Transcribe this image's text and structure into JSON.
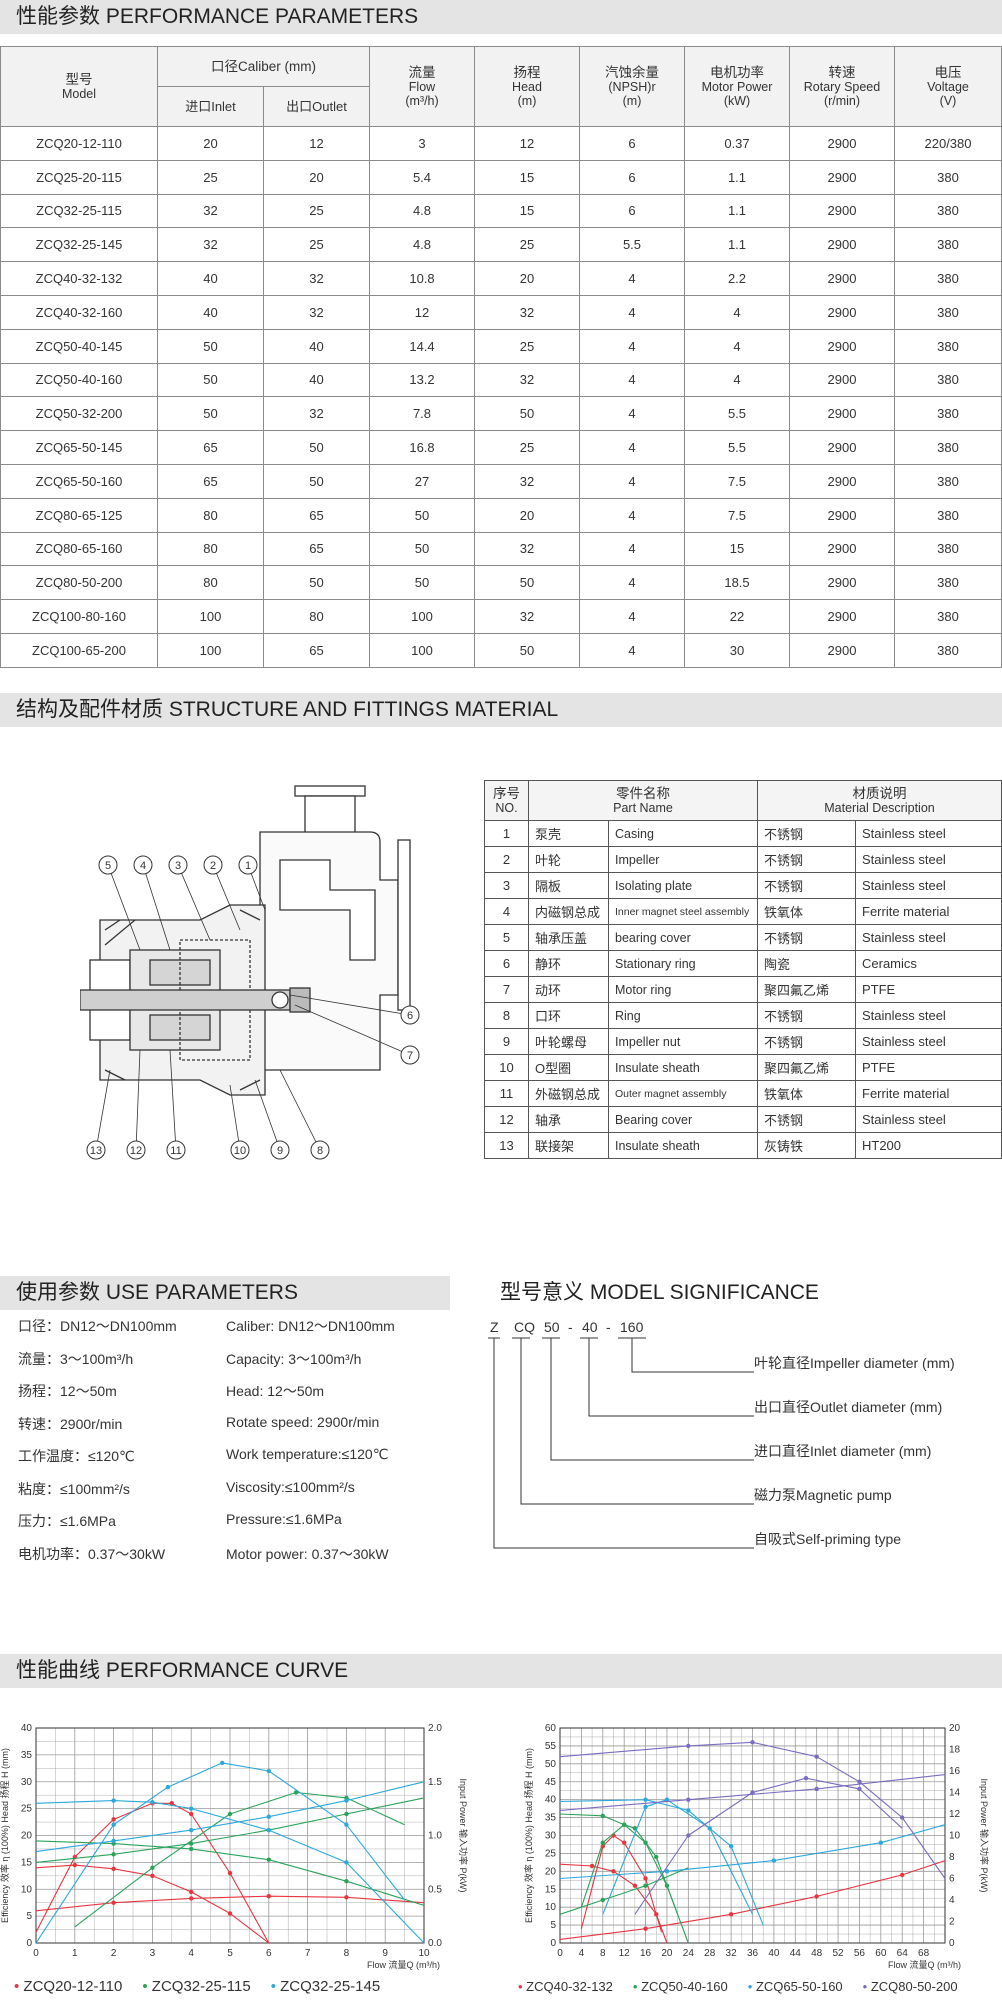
{
  "sections": {
    "performance": "性能参数 PERFORMANCE PARAMETERS",
    "structure": "结构及配件材质 STRUCTURE AND FITTINGS MATERIAL",
    "use": "使用参数 USE PARAMETERS",
    "model": "型号意义 MODEL SIGNIFICANCE",
    "curve": "性能曲线 PERFORMANCE CURVE"
  },
  "perf_table": {
    "headers": {
      "model_cn": "型号",
      "model_en": "Model",
      "caliber": "口径Caliber (mm)",
      "inlet": "进口Inlet",
      "outlet": "出口Outlet",
      "flow_cn": "流量",
      "flow_en": "Flow",
      "flow_unit": "(m³/h)",
      "head_cn": "扬程",
      "head_en": "Head",
      "head_unit": "(m)",
      "npsh_cn": "汽蚀余量",
      "npsh_en": "(NPSH)r",
      "npsh_unit": "(m)",
      "power_cn": "电机功率",
      "power_en": "Motor Power",
      "power_unit": "(kW)",
      "speed_cn": "转速",
      "speed_en": "Rotary Speed",
      "speed_unit": "(r/min)",
      "volt_cn": "电压",
      "volt_en": "Voltage",
      "volt_unit": "(V)"
    },
    "rows": [
      [
        "ZCQ20-12-110",
        "20",
        "12",
        "3",
        "12",
        "6",
        "0.37",
        "2900",
        "220/380"
      ],
      [
        "ZCQ25-20-115",
        "25",
        "20",
        "5.4",
        "15",
        "6",
        "1.1",
        "2900",
        "380"
      ],
      [
        "ZCQ32-25-115",
        "32",
        "25",
        "4.8",
        "15",
        "6",
        "1.1",
        "2900",
        "380"
      ],
      [
        "ZCQ32-25-145",
        "32",
        "25",
        "4.8",
        "25",
        "5.5",
        "1.1",
        "2900",
        "380"
      ],
      [
        "ZCQ40-32-132",
        "40",
        "32",
        "10.8",
        "20",
        "4",
        "2.2",
        "2900",
        "380"
      ],
      [
        "ZCQ40-32-160",
        "40",
        "32",
        "12",
        "32",
        "4",
        "4",
        "2900",
        "380"
      ],
      [
        "ZCQ50-40-145",
        "50",
        "40",
        "14.4",
        "25",
        "4",
        "4",
        "2900",
        "380"
      ],
      [
        "ZCQ50-40-160",
        "50",
        "40",
        "13.2",
        "32",
        "4",
        "4",
        "2900",
        "380"
      ],
      [
        "ZCQ50-32-200",
        "50",
        "32",
        "7.8",
        "50",
        "4",
        "5.5",
        "2900",
        "380"
      ],
      [
        "ZCQ65-50-145",
        "65",
        "50",
        "16.8",
        "25",
        "4",
        "5.5",
        "2900",
        "380"
      ],
      [
        "ZCQ65-50-160",
        "65",
        "50",
        "27",
        "32",
        "4",
        "7.5",
        "2900",
        "380"
      ],
      [
        "ZCQ80-65-125",
        "80",
        "65",
        "50",
        "20",
        "4",
        "7.5",
        "2900",
        "380"
      ],
      [
        "ZCQ80-65-160",
        "80",
        "65",
        "50",
        "32",
        "4",
        "15",
        "2900",
        "380"
      ],
      [
        "ZCQ80-50-200",
        "80",
        "50",
        "50",
        "50",
        "4",
        "18.5",
        "2900",
        "380"
      ],
      [
        "ZCQ100-80-160",
        "100",
        "80",
        "100",
        "32",
        "4",
        "22",
        "2900",
        "380"
      ],
      [
        "ZCQ100-65-200",
        "100",
        "65",
        "100",
        "50",
        "4",
        "30",
        "2900",
        "380"
      ]
    ]
  },
  "parts_table": {
    "headers": {
      "no_cn": "序号",
      "no_en": "NO.",
      "part_cn": "零件名称",
      "part_en": "Part Name",
      "mat_cn": "材质说明",
      "mat_en": "Material Description"
    },
    "rows": [
      [
        "1",
        "泵壳",
        "Casing",
        "不锈钢",
        "Stainless steel"
      ],
      [
        "2",
        "叶轮",
        "Impeller",
        "不锈钢",
        "Stainless steel"
      ],
      [
        "3",
        "隔板",
        "Isolating plate",
        "不锈钢",
        "Stainless steel"
      ],
      [
        "4",
        "内磁钢总成",
        "Inner magnet steel assembly",
        "铁氧体",
        "Ferrite material"
      ],
      [
        "5",
        "轴承压盖",
        "bearing cover",
        "不锈钢",
        "Stainless steel"
      ],
      [
        "6",
        "静环",
        "Stationary ring",
        "陶瓷",
        "Ceramics"
      ],
      [
        "7",
        "动环",
        "Motor ring",
        "聚四氟乙烯",
        "PTFE"
      ],
      [
        "8",
        "口环",
        "Ring",
        "不锈钢",
        "Stainless steel"
      ],
      [
        "9",
        "叶轮螺母",
        "Impeller nut",
        "不锈钢",
        "Stainless steel"
      ],
      [
        "10",
        "O型圈",
        "Insulate sheath",
        "聚四氟乙烯",
        "PTFE"
      ],
      [
        "11",
        "外磁钢总成",
        "Outer magnet assembly",
        "铁氧体",
        "Ferrite material"
      ],
      [
        "12",
        "轴承",
        "Bearing cover",
        "不锈钢",
        "Stainless steel"
      ],
      [
        "13",
        "联接架",
        "Insulate sheath",
        "灰铸铁",
        "HT200"
      ]
    ]
  },
  "drawing_labels": [
    "5",
    "4",
    "3",
    "2",
    "1",
    "6",
    "7",
    "13",
    "12",
    "11",
    "10",
    "9",
    "8"
  ],
  "use_params": [
    [
      "口径：DN12～DN100mm",
      "Caliber: DN12～DN100mm"
    ],
    [
      "流量：3～100m³/h",
      "Capacity: 3～100m³/h"
    ],
    [
      "扬程：12～50m",
      "Head: 12～50m"
    ],
    [
      "转速：2900r/min",
      "Rotate speed: 2900r/min"
    ],
    [
      "工作温度：≤120℃",
      "Work temperature:≤120℃"
    ],
    [
      "粘度：≤100mm²/s",
      "Viscosity:≤100mm²/s"
    ],
    [
      "压力：≤1.6MPa",
      "Pressure:≤1.6MPa"
    ],
    [
      "电机功率：0.37～30kW",
      "Motor power: 0.37～30kW"
    ]
  ],
  "model_code": [
    "Z",
    "CQ",
    "50",
    "-",
    "40",
    "-",
    "160"
  ],
  "model_labels": [
    "叶轮直径Impeller diameter (mm)",
    "出口直径Outlet diameter (mm)",
    "进口直径Inlet diameter (mm)",
    "磁力泵Magnetic pump",
    "自吸式Self-priming type"
  ],
  "chart_data": [
    {
      "type": "line",
      "xlabel": "Flow 流量Q (m³/h)",
      "ylabel": "Efficiency 效率 η (100%) Head 扬程 H (mm)",
      "ylabel_right": "Input Power 输入功率 P(kW)",
      "xlim": [
        0,
        10
      ],
      "ylim": [
        0,
        40
      ],
      "ylim_right": [
        0,
        2.0
      ],
      "x_ticks": [
        0,
        1,
        2,
        3,
        4,
        5,
        6,
        7,
        8,
        9,
        10
      ],
      "y_ticks": [
        0,
        5,
        10,
        15,
        20,
        25,
        30,
        35,
        40
      ],
      "y_right_ticks": [
        0.0,
        0.5,
        1.0,
        1.5,
        2.0
      ],
      "legend": [
        "ZCQ20-12-110",
        "ZCQ32-25-115",
        "ZCQ32-25-145"
      ],
      "legend_colors": [
        "#e8343f",
        "#2aa35a",
        "#2ba8dc"
      ],
      "series": [
        {
          "name": "ZCQ20-12-110",
          "color": "#e8343f",
          "kind": "head",
          "x": [
            0,
            1,
            2,
            3,
            4,
            5,
            6
          ],
          "y": [
            14,
            14.5,
            13.8,
            12.5,
            9.5,
            5.5,
            0
          ]
        },
        {
          "name": "ZCQ20-12-110",
          "color": "#e8343f",
          "kind": "eff",
          "x": [
            0,
            1,
            2,
            3,
            3.5,
            4,
            5,
            6
          ],
          "y": [
            2,
            16,
            23,
            26,
            26,
            24,
            13,
            0
          ]
        },
        {
          "name": "ZCQ20-12-110",
          "color": "#e8343f",
          "kind": "power",
          "x": [
            0,
            2,
            4,
            6,
            8,
            10
          ],
          "y": [
            6,
            7.5,
            8.3,
            8.7,
            8.5,
            7.5
          ]
        },
        {
          "name": "ZCQ32-25-115",
          "color": "#2aa35a",
          "kind": "head",
          "x": [
            0,
            2,
            4,
            6,
            8,
            10
          ],
          "y": [
            19,
            18.5,
            17.5,
            15.5,
            11.5,
            7
          ]
        },
        {
          "name": "ZCQ32-25-115",
          "color": "#2aa35a",
          "kind": "eff",
          "x": [
            1,
            3,
            5,
            6.7,
            8,
            9.5
          ],
          "y": [
            3,
            14,
            24,
            28,
            27,
            22
          ]
        },
        {
          "name": "ZCQ32-25-115",
          "color": "#2aa35a",
          "kind": "power",
          "x": [
            0,
            2,
            4,
            6,
            8,
            10
          ],
          "y": [
            15,
            16.5,
            18.5,
            21,
            24,
            27
          ]
        },
        {
          "name": "ZCQ32-25-145",
          "color": "#2ba8dc",
          "kind": "head",
          "x": [
            0,
            2,
            3,
            4,
            6,
            8,
            10
          ],
          "y": [
            26,
            26.5,
            26.2,
            25,
            21,
            15,
            0
          ]
        },
        {
          "name": "ZCQ32-25-145",
          "color": "#2ba8dc",
          "kind": "eff",
          "x": [
            0,
            2,
            3.4,
            4.8,
            6,
            8,
            9.5
          ],
          "y": [
            0,
            22,
            29,
            33.5,
            32,
            22,
            8
          ]
        },
        {
          "name": "ZCQ32-25-145",
          "color": "#2ba8dc",
          "kind": "power",
          "x": [
            0,
            2,
            4,
            6,
            8,
            10
          ],
          "y": [
            17,
            19,
            21,
            23.5,
            26.5,
            30
          ]
        }
      ]
    },
    {
      "type": "line",
      "xlabel": "Flow 流量Q (m³/h)",
      "ylabel": "Efficiency 效率 η (100%) Head 扬程 H (mm)",
      "ylabel_right": "Input Power 输入功率 P(kW)",
      "xlim": [
        0,
        72
      ],
      "ylim": [
        0,
        60
      ],
      "ylim_right": [
        0,
        20
      ],
      "x_ticks": [
        0,
        4,
        8,
        12,
        16,
        20,
        24,
        28,
        32,
        36,
        40,
        44,
        48,
        52,
        56,
        60,
        64,
        68
      ],
      "y_ticks": [
        0,
        5,
        10,
        15,
        20,
        25,
        30,
        35,
        40,
        45,
        50,
        55,
        60
      ],
      "y_right_ticks": [
        0,
        2,
        4,
        6,
        8,
        10,
        12,
        14,
        16,
        18,
        20
      ],
      "legend": [
        "ZCQ40-32-132",
        "ZCQ50-40-160",
        "ZCQ65-50-160",
        "ZCQ80-50-200"
      ],
      "legend_colors": [
        "#e8343f",
        "#2aa35a",
        "#2ba8dc",
        "#7b6bc1"
      ],
      "series": [
        {
          "name": "ZCQ40-32-132",
          "color": "#e8343f",
          "kind": "head",
          "x": [
            0,
            6,
            10,
            14,
            18,
            20
          ],
          "y": [
            22,
            21.5,
            20,
            16,
            8,
            0
          ]
        },
        {
          "name": "ZCQ40-32-132",
          "color": "#e8343f",
          "kind": "eff",
          "x": [
            4,
            8,
            10,
            12,
            16,
            19
          ],
          "y": [
            4,
            27,
            30,
            28,
            18,
            3
          ]
        },
        {
          "name": "ZCQ40-32-132",
          "color": "#e8343f",
          "kind": "power",
          "x": [
            0,
            16,
            32,
            48,
            64,
            72
          ],
          "y": [
            1,
            4,
            8,
            13,
            19,
            23
          ]
        },
        {
          "name": "ZCQ50-40-160",
          "color": "#2aa35a",
          "kind": "head",
          "x": [
            0,
            8,
            12,
            16,
            20,
            24
          ],
          "y": [
            36,
            35.5,
            33,
            28,
            16,
            0
          ]
        },
        {
          "name": "ZCQ50-40-160",
          "color": "#2aa35a",
          "kind": "eff",
          "x": [
            4,
            8,
            12,
            14,
            18,
            22
          ],
          "y": [
            10,
            28,
            33,
            32,
            24,
            8
          ]
        },
        {
          "name": "ZCQ50-40-160",
          "color": "#2aa35a",
          "kind": "power",
          "x": [
            0,
            8,
            16,
            24
          ],
          "y": [
            8,
            12,
            16,
            21
          ]
        },
        {
          "name": "ZCQ65-50-160",
          "color": "#2ba8dc",
          "kind": "head",
          "x": [
            0,
            16,
            24,
            32,
            38
          ],
          "y": [
            39.5,
            40,
            37,
            27,
            5
          ]
        },
        {
          "name": "ZCQ65-50-160",
          "color": "#2ba8dc",
          "kind": "eff",
          "x": [
            8,
            16,
            20,
            28,
            36
          ],
          "y": [
            8,
            38,
            40,
            32,
            8
          ]
        },
        {
          "name": "ZCQ65-50-160",
          "color": "#2ba8dc",
          "kind": "power",
          "x": [
            0,
            20,
            40,
            60,
            72
          ],
          "y": [
            18,
            20,
            23,
            28,
            33
          ]
        },
        {
          "name": "ZCQ80-50-200",
          "color": "#7b6bc1",
          "kind": "head",
          "x": [
            0,
            24,
            36,
            48,
            56,
            64,
            72
          ],
          "y": [
            52,
            55,
            56,
            52,
            45,
            35,
            18
          ]
        },
        {
          "name": "ZCQ80-50-200",
          "color": "#7b6bc1",
          "kind": "eff",
          "x": [
            14,
            24,
            36,
            46,
            56,
            64
          ],
          "y": [
            8,
            30,
            42,
            46,
            43,
            32
          ]
        },
        {
          "name": "ZCQ80-50-200",
          "color": "#7b6bc1",
          "kind": "power",
          "x": [
            0,
            24,
            48,
            72
          ],
          "y": [
            37,
            40,
            43,
            47
          ]
        }
      ]
    }
  ]
}
